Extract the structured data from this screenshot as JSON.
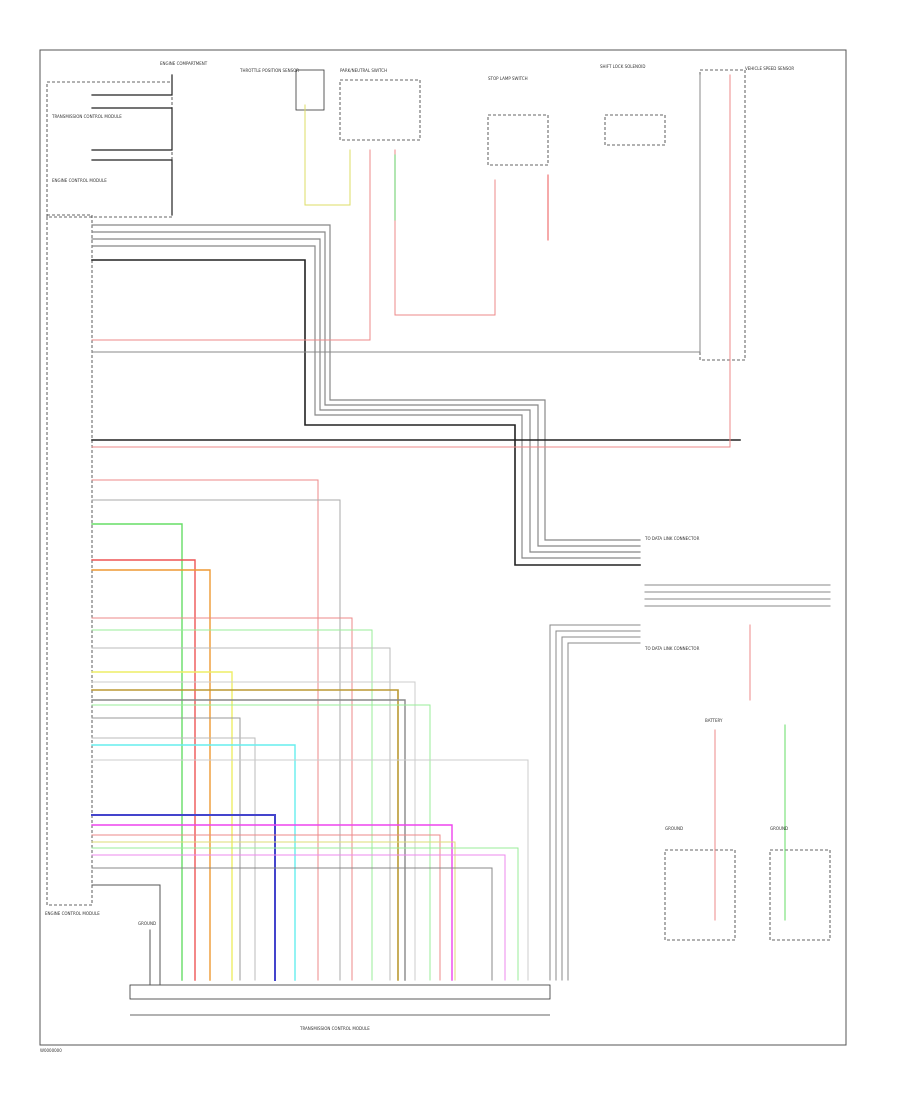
{
  "footer_code": "W0000000",
  "components": [
    {
      "id": "tl1",
      "text": "ENGINE COMPARTMENT"
    },
    {
      "id": "tl2",
      "text": "TRANSMISSION CONTROL MODULE"
    },
    {
      "id": "tl3",
      "text": "ENGINE CONTROL MODULE"
    },
    {
      "id": "tc1",
      "text": "THROTTLE POSITION SENSOR"
    },
    {
      "id": "tc2",
      "text": "PARK/NEUTRAL SWITCH"
    },
    {
      "id": "tc3",
      "text": "STOP LAMP SWITCH"
    },
    {
      "id": "tc4",
      "text": "SHIFT LOCK SOLENOID"
    },
    {
      "id": "tr1",
      "text": "VEHICLE SPEED SENSOR"
    },
    {
      "id": "mr1",
      "text": "TO DATA LINK CONNECTOR"
    },
    {
      "id": "mr2",
      "text": "TO DATA LINK CONNECTOR"
    },
    {
      "id": "bl1",
      "text": "ENGINE CONTROL MODULE"
    },
    {
      "id": "bl2",
      "text": "GROUND"
    },
    {
      "id": "bc1",
      "text": "TRANSMISSION CONTROL MODULE"
    },
    {
      "id": "br1",
      "text": "GROUND"
    },
    {
      "id": "br2",
      "text": "BATTERY"
    },
    {
      "id": "br3",
      "text": "GROUND"
    }
  ]
}
